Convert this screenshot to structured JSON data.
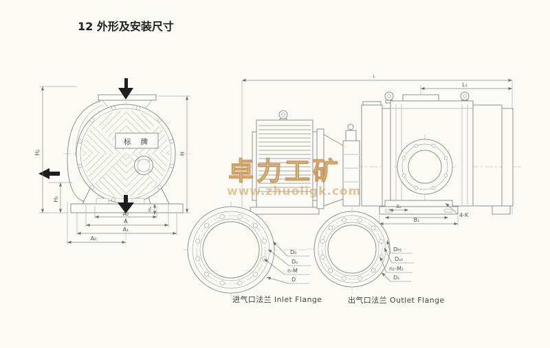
{
  "page": {
    "title": "12 外形及安装尺寸"
  },
  "watermark": {
    "brand": "卓力工矿",
    "url": "www.zhuoligk.com"
  },
  "front_view": {
    "nameplate": "标牌",
    "dims": {
      "h": "H",
      "h1": "H₁",
      "h2": "H₂",
      "h3": "H₃",
      "a": "A",
      "a0": "A₀",
      "a1": "A₁",
      "a2": "A₂"
    }
  },
  "side_view": {
    "dims": {
      "l": "L",
      "l1": "L₁",
      "b1": "B₁",
      "b2": "B₂",
      "k": "4-K"
    }
  },
  "inlet_flange": {
    "caption": "进气口法兰 Inlet Flange",
    "dims": {
      "d0": "D₀",
      "da": "Dₐ",
      "nm": "n-M",
      "d": "D"
    }
  },
  "outlet_flange": {
    "caption": "出气口法兰 Outlet Flange",
    "dims": {
      "d01": "D₀₁",
      "da1": "Dₐ₁",
      "n1m1": "n₁-M₁",
      "d1": "D₁"
    }
  }
}
